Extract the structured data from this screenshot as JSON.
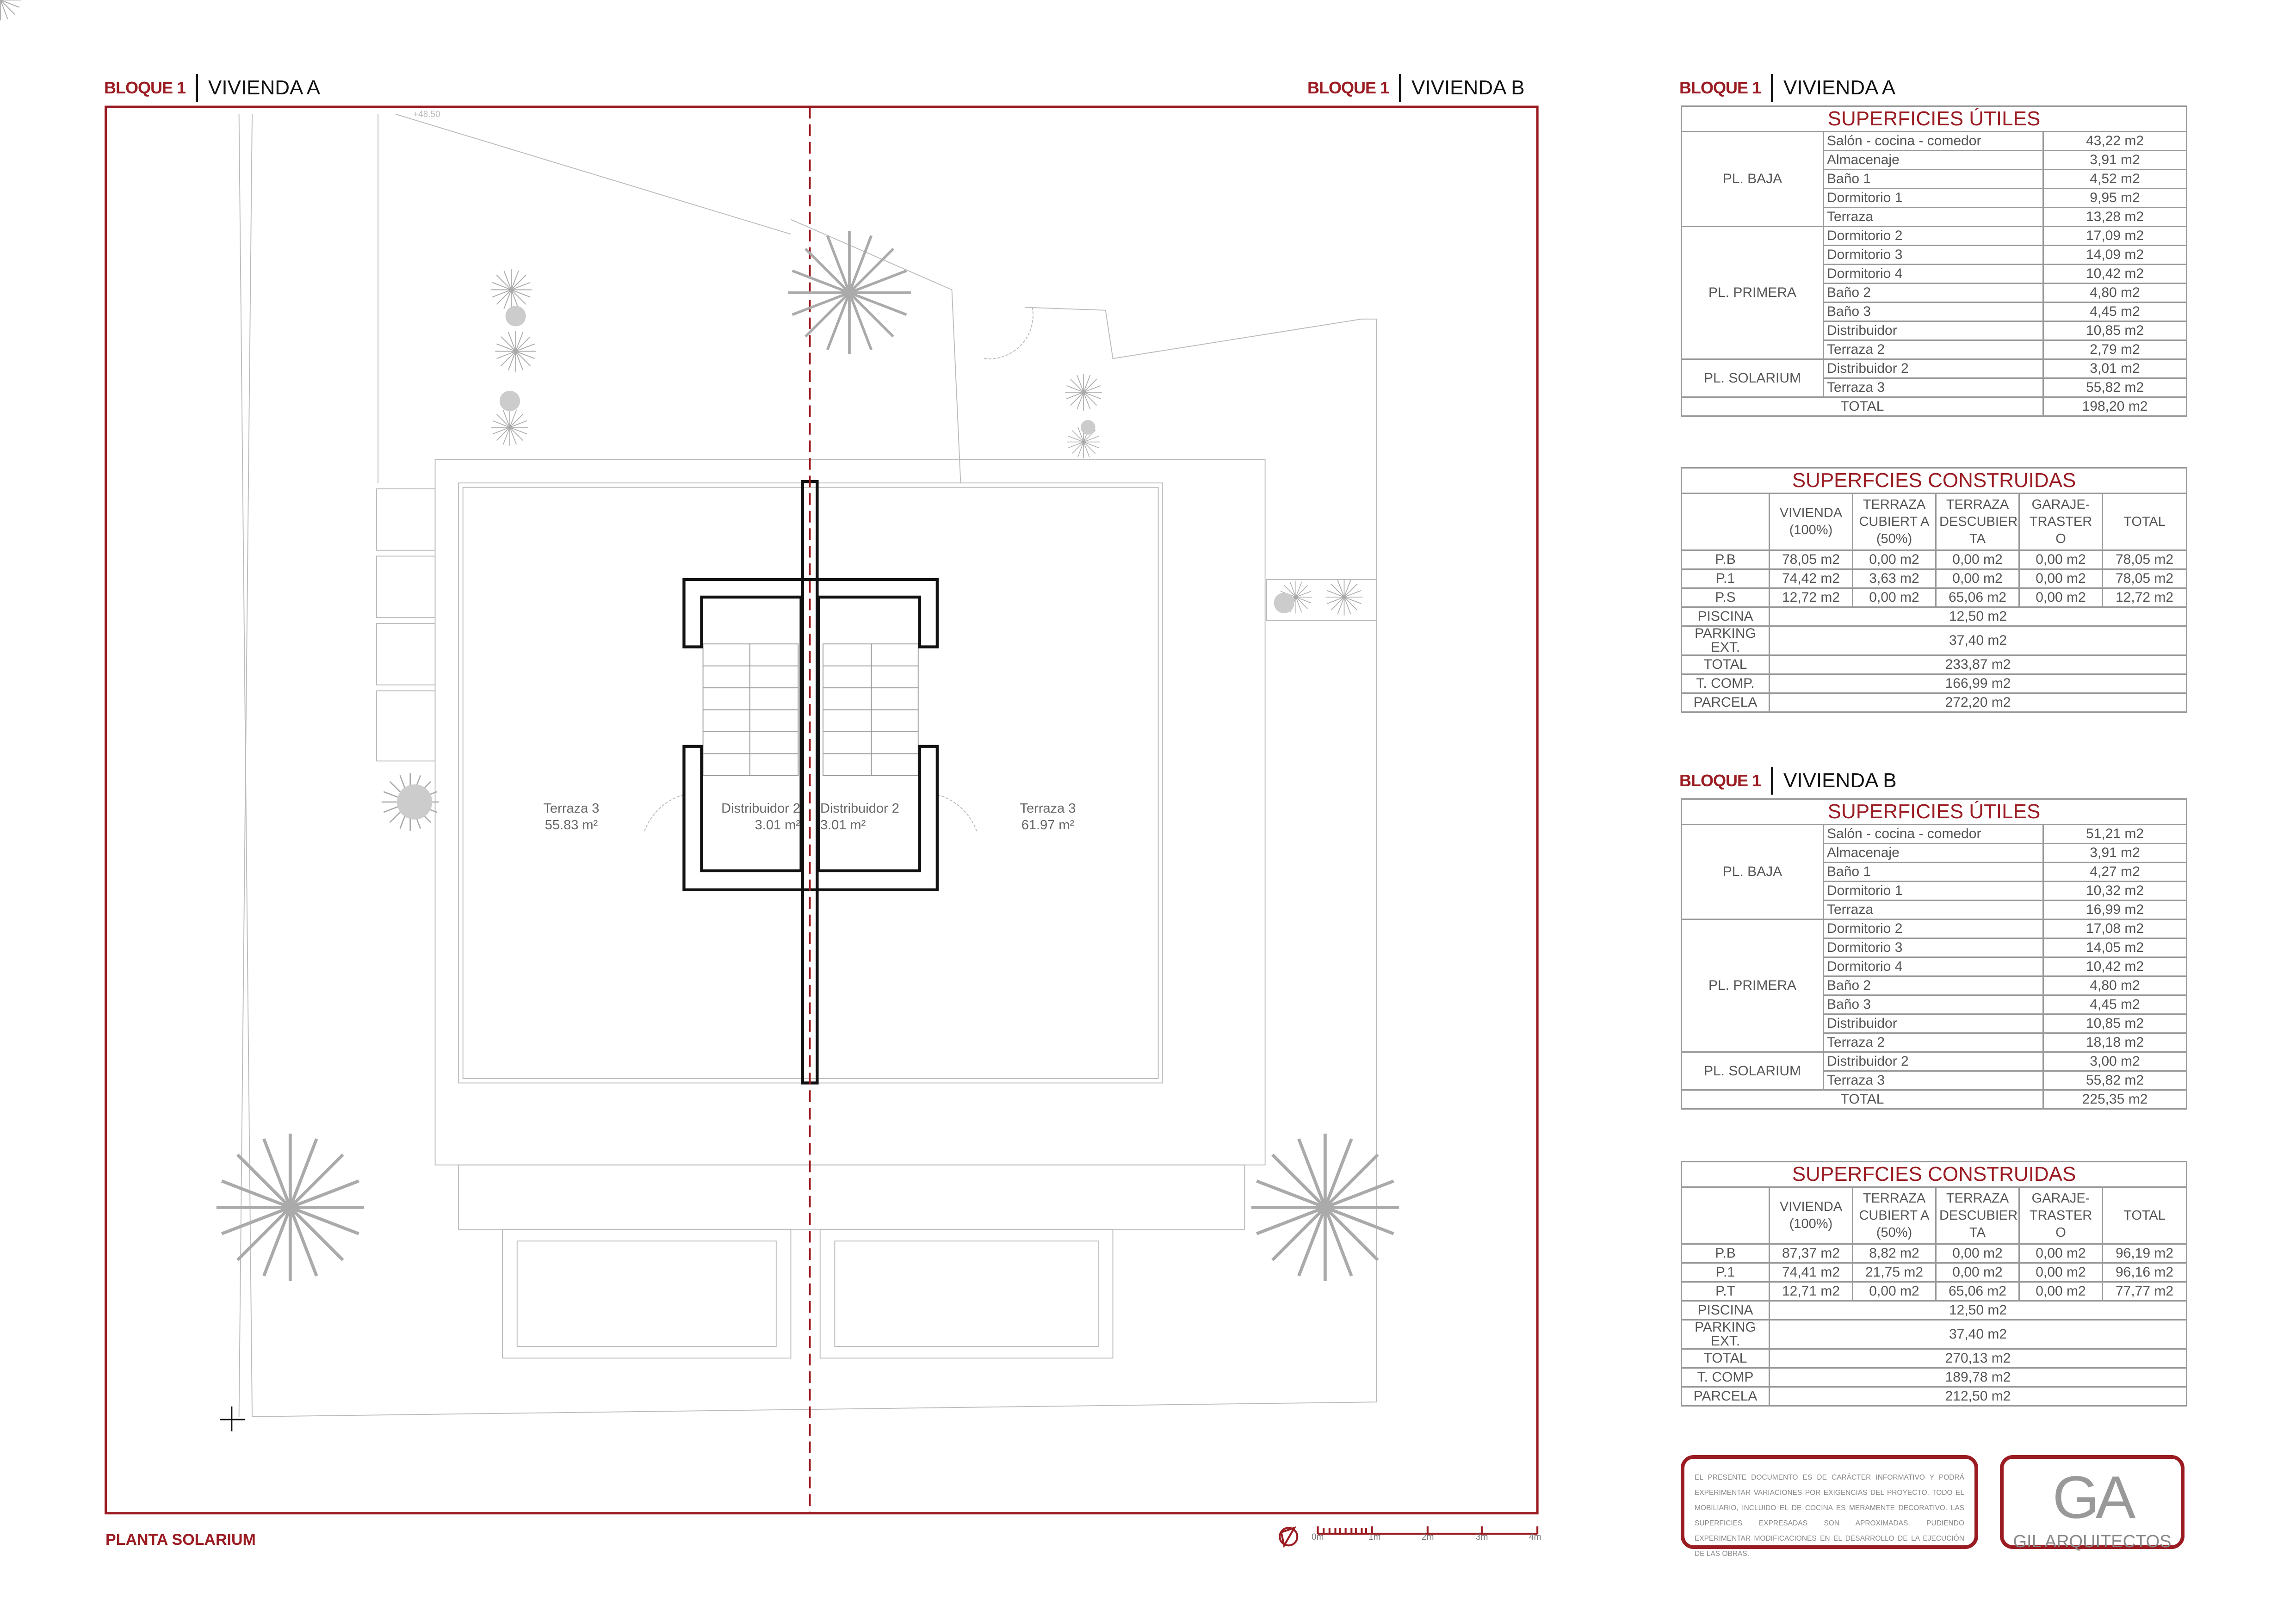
{
  "plan": {
    "header_left": {
      "block": "BLOQUE 1",
      "unit": "VIVIENDA A"
    },
    "header_right": {
      "block": "BLOQUE 1",
      "unit": "VIVIENDA B"
    },
    "level_mark": "+48.50",
    "rooms": [
      {
        "name": "Terraza 3",
        "area": "55.83 m²"
      },
      {
        "name": "Distribuidor 2",
        "area": "3.01 m²"
      },
      {
        "name": "Distribuidor 2",
        "area": "3.01 m²"
      },
      {
        "name": "Terraza 3",
        "area": "61.97 m²"
      }
    ],
    "title": "PLANTA SOLARIUM",
    "scale_labels": [
      "0m",
      "1m",
      "2m",
      "3m",
      "4m"
    ],
    "colors": {
      "accent": "#9b1b22",
      "walls": "#111111",
      "lines": "#bbbbbb"
    }
  },
  "vivienda_a": {
    "header": {
      "block": "BLOQUE 1",
      "unit": "VIVIENDA A"
    },
    "utiles": {
      "title": "SUPERFICIES ÚTILES",
      "groups": [
        {
          "floor": "PL. BAJA",
          "rows": [
            {
              "room": "Salón - cocina - comedor",
              "area": "43,22 m2"
            },
            {
              "room": "Almacenaje",
              "area": "3,91 m2"
            },
            {
              "room": "Baño 1",
              "area": "4,52 m2"
            },
            {
              "room": "Dormitorio 1",
              "area": "9,95 m2"
            },
            {
              "room": "Terraza",
              "area": "13,28 m2"
            }
          ]
        },
        {
          "floor": "PL. PRIMERA",
          "rows": [
            {
              "room": "Dormitorio 2",
              "area": "17,09 m2"
            },
            {
              "room": "Dormitorio 3",
              "area": "14,09 m2"
            },
            {
              "room": "Dormitorio 4",
              "area": "10,42 m2"
            },
            {
              "room": "Baño 2",
              "area": "4,80 m2"
            },
            {
              "room": "Baño 3",
              "area": "4,45 m2"
            },
            {
              "room": "Distribuidor",
              "area": "10,85 m2"
            },
            {
              "room": "Terraza 2",
              "area": "2,79 m2"
            }
          ]
        },
        {
          "floor": "PL. SOLARIUM",
          "rows": [
            {
              "room": "Distribuidor 2",
              "area": "3,01 m2"
            },
            {
              "room": "Terraza 3",
              "area": "55,82 m2"
            }
          ]
        }
      ],
      "total_label": "TOTAL",
      "total": "198,20 m2"
    },
    "construidas": {
      "title": "SUPERFCIES CONSTRUIDAS",
      "headers": [
        "VIVIENDA (100%)",
        "TERRAZA CUBIERT A (50%)",
        "TERRAZA DESCUBIER TA",
        "GARAJE-TRASTER O",
        "TOTAL"
      ],
      "rows": [
        {
          "label": "P.B",
          "values": [
            "78,05 m2",
            "0,00 m2",
            "0,00 m2",
            "0,00 m2",
            "78,05 m2"
          ]
        },
        {
          "label": "P.1",
          "values": [
            "74,42 m2",
            "3,63 m2",
            "0,00 m2",
            "0,00 m2",
            "78,05 m2"
          ]
        },
        {
          "label": "P.S",
          "values": [
            "12,72 m2",
            "0,00 m2",
            "65,06 m2",
            "0,00 m2",
            "12,72 m2"
          ]
        }
      ],
      "summary": [
        {
          "label": "PISCINA",
          "value": "12,50 m2"
        },
        {
          "label": "PARKING EXT.",
          "value": "37,40 m2"
        },
        {
          "label": "TOTAL",
          "value": "233,87 m2"
        },
        {
          "label": "T. COMP.",
          "value": "166,99 m2"
        },
        {
          "label": "PARCELA",
          "value": "272,20 m2"
        }
      ]
    }
  },
  "vivienda_b": {
    "header": {
      "block": "BLOQUE 1",
      "unit": "VIVIENDA B"
    },
    "utiles": {
      "title": "SUPERFICIES ÚTILES",
      "groups": [
        {
          "floor": "PL. BAJA",
          "rows": [
            {
              "room": "Salón - cocina - comedor",
              "area": "51,21 m2"
            },
            {
              "room": "Almacenaje",
              "area": "3,91 m2"
            },
            {
              "room": "Baño 1",
              "area": "4,27 m2"
            },
            {
              "room": "Dormitorio 1",
              "area": "10,32 m2"
            },
            {
              "room": "Terraza",
              "area": "16,99 m2"
            }
          ]
        },
        {
          "floor": "PL. PRIMERA",
          "rows": [
            {
              "room": "Dormitorio 2",
              "area": "17,08 m2"
            },
            {
              "room": "Dormitorio 3",
              "area": "14,05 m2"
            },
            {
              "room": "Dormitorio 4",
              "area": "10,42 m2"
            },
            {
              "room": "Baño 2",
              "area": "4,80 m2"
            },
            {
              "room": "Baño 3",
              "area": "4,45 m2"
            },
            {
              "room": "Distribuidor",
              "area": "10,85 m2"
            },
            {
              "room": "Terraza 2",
              "area": "18,18 m2"
            }
          ]
        },
        {
          "floor": "PL. SOLARIUM",
          "rows": [
            {
              "room": "Distribuidor 2",
              "area": "3,00 m2"
            },
            {
              "room": "Terraza 3",
              "area": "55,82 m2"
            }
          ]
        }
      ],
      "total_label": "TOTAL",
      "total": "225,35 m2"
    },
    "construidas": {
      "title": "SUPERFCIES CONSTRUIDAS",
      "headers": [
        "VIVIENDA (100%)",
        "TERRAZA CUBIERT A (50%)",
        "TERRAZA DESCUBIER TA",
        "GARAJE-TRASTER O",
        "TOTAL"
      ],
      "rows": [
        {
          "label": "P.B",
          "values": [
            "87,37 m2",
            "8,82 m2",
            "0,00 m2",
            "0,00 m2",
            "96,19 m2"
          ]
        },
        {
          "label": "P.1",
          "values": [
            "74,41 m2",
            "21,75 m2",
            "0,00 m2",
            "0,00 m2",
            "96,16 m2"
          ]
        },
        {
          "label": "P.T",
          "values": [
            "12,71 m2",
            "0,00 m2",
            "65,06 m2",
            "0,00 m2",
            "77,77 m2"
          ]
        }
      ],
      "summary": [
        {
          "label": "PISCINA",
          "value": "12,50 m2"
        },
        {
          "label": "PARKING EXT.",
          "value": "37,40 m2"
        },
        {
          "label": "TOTAL",
          "value": "270,13 m2"
        },
        {
          "label": "T. COMP",
          "value": "189,78 m2"
        },
        {
          "label": "PARCELA",
          "value": "212,50 m2"
        }
      ]
    }
  },
  "disclaimer": "EL PRESENTE DOCUMENTO ES DE CARÁCTER INFORMATIVO Y PODRÁ EXPERIMENTAR VARIACIONES POR EXIGENCIAS DEL PROYECTO. TODO EL MOBILIARIO, INCLUIDO EL DE COCINA ES MERAMENTE DECORATIVO. LAS SUPERFICIES EXPRESADAS SON APROXIMADAS, PUDIENDO EXPERIMENTAR MODIFICACIONES EN EL DESARROLLO DE LA EJECUCIÓN DE LAS OBRAS.",
  "logo": {
    "mark": "GA",
    "name": "GIL ARQUITECTOS"
  }
}
